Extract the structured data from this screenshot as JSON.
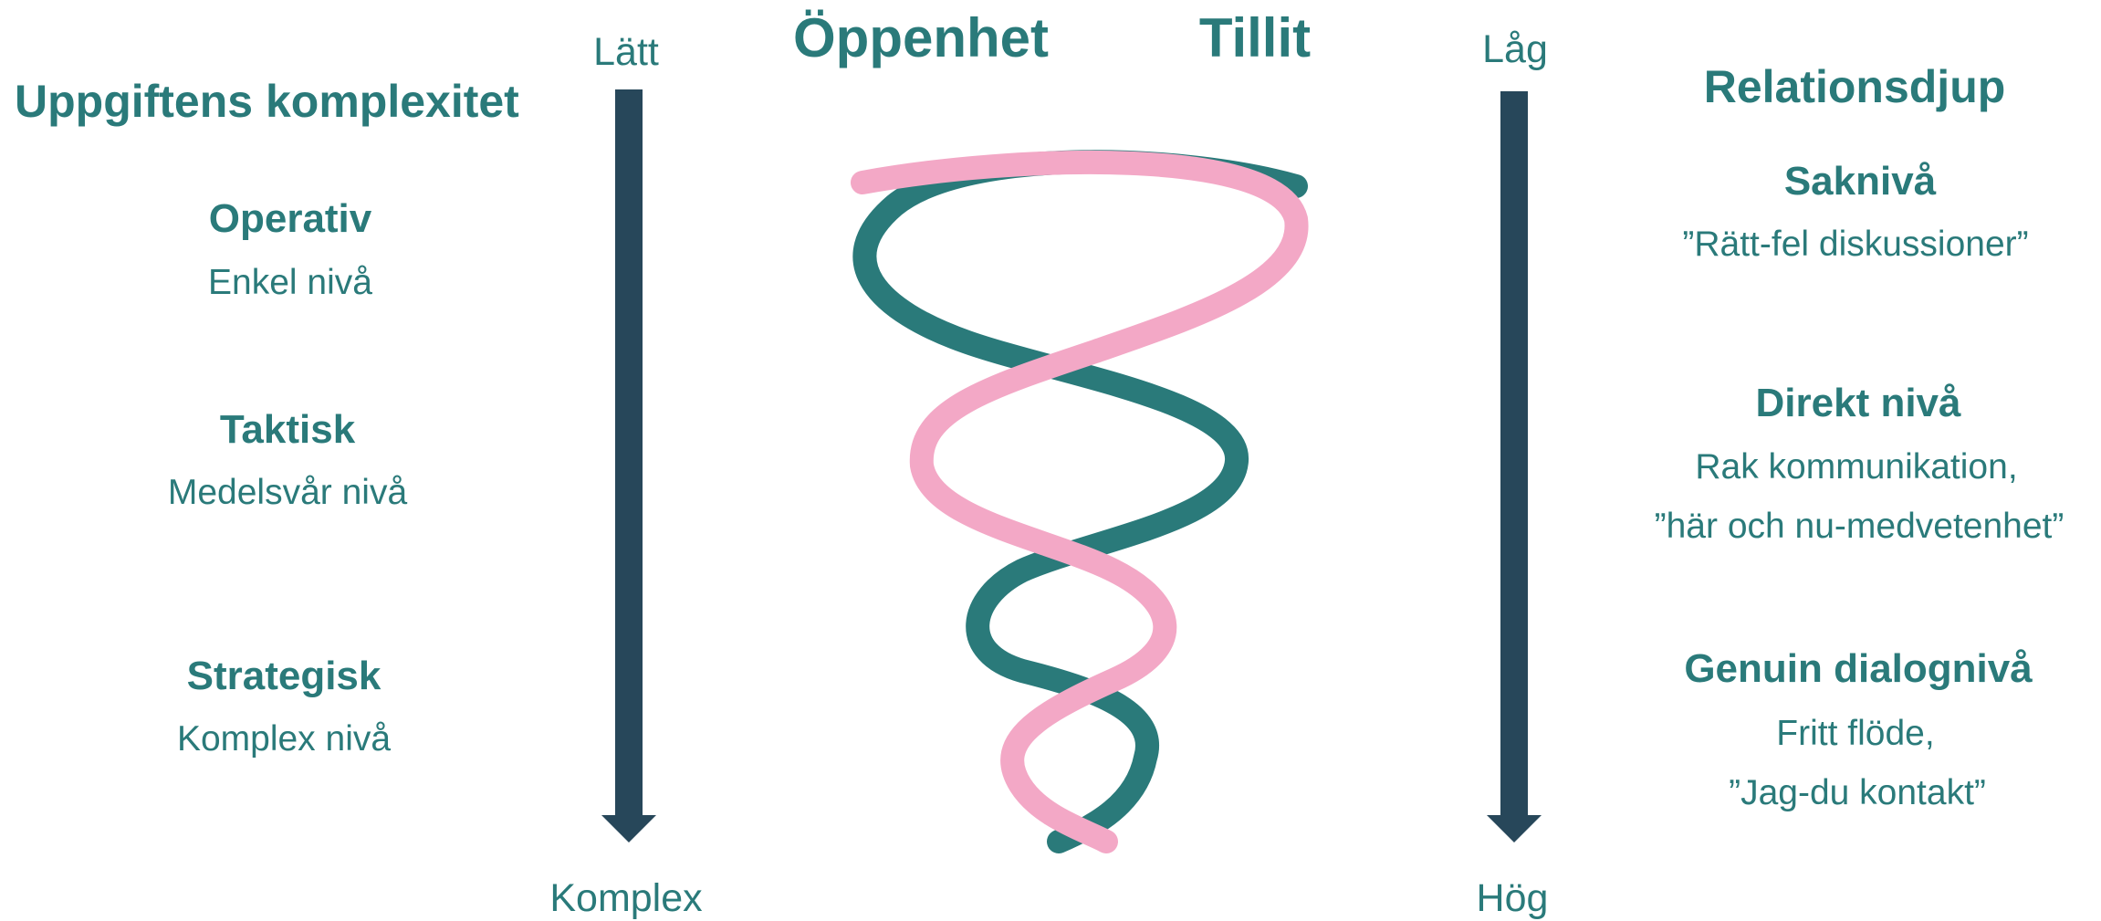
{
  "left": {
    "title": "Uppgiftens komplexitet",
    "levels": [
      {
        "name": "Operativ",
        "desc": "Enkel nivå"
      },
      {
        "name": "Taktisk",
        "desc": "Medelsvår nivå"
      },
      {
        "name": "Strategisk",
        "desc": "Komplex nivå"
      }
    ],
    "arrow_top": "Lätt",
    "arrow_bottom": "Komplex"
  },
  "center": {
    "label_left": "Öppenhet",
    "label_right": "Tillit"
  },
  "right": {
    "title": "Relationsdjup",
    "arrow_top": "Låg",
    "arrow_bottom": "Hög",
    "levels": [
      {
        "name": "Saknivå",
        "desc_lines": [
          "”Rätt-fel diskussioner”"
        ]
      },
      {
        "name": "Direkt nivå",
        "desc_lines": [
          "Rak kommunikation,",
          "”här och nu-medvetenhet”"
        ]
      },
      {
        "name": "Genuin dialognivå",
        "desc_lines": [
          "Fritt flöde,",
          "”Jag-du kontakt”"
        ]
      }
    ]
  },
  "colors": {
    "text": "#2a7a7a",
    "arrow": "#27475a",
    "teal_strand": "#2a7a7a",
    "pink_strand": "#f3a8c6"
  }
}
